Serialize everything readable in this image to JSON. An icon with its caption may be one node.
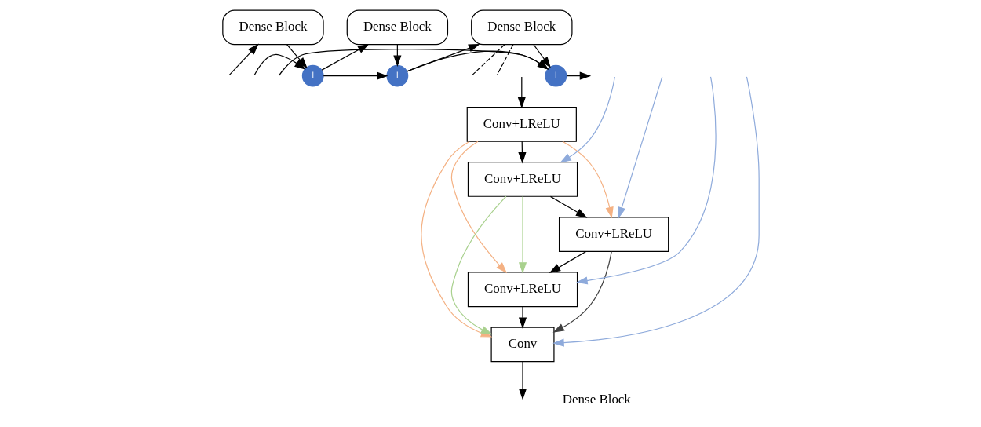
{
  "diagram": {
    "nodes": [
      {
        "text": [
          "Dense Block"
        ]
      },
      {
        "text": [
          "+"
        ]
      },
      {
        "text": [
          "Dense Block"
        ]
      },
      {
        "text": [
          "+"
        ]
      },
      {
        "text": [
          "Dense Block"
        ]
      },
      {
        "text": [
          "+"
        ]
      },
      {
        "text": [
          "Conv+LReLU"
        ]
      },
      {
        "text": [
          "Conv+LReLU"
        ]
      },
      {
        "text": [
          "Conv+LReLU"
        ]
      },
      {
        "text": [
          "Conv+LReLU"
        ]
      },
      {
        "text": [
          "Conv"
        ]
      }
    ],
    "edges": [
      {
        "from": null,
        "to": 0,
        "arrow": "to"
      },
      {
        "from": null,
        "to": 1,
        "arrow": "to"
      },
      {
        "from": 0,
        "to": 1,
        "arrow": "to"
      },
      {
        "from": 1,
        "to": 2,
        "arrow": "to"
      },
      {
        "from": 1,
        "to": 3,
        "arrow": "to"
      },
      {
        "from": 2,
        "to": 3,
        "arrow": "to"
      },
      {
        "from": 3,
        "to": 4,
        "arrow": "to"
      },
      {
        "from": 3,
        "to": 5,
        "arrow": "to"
      },
      {
        "from": 4,
        "to": 5,
        "arrow": "to"
      },
      {
        "from": null,
        "to": 5,
        "arrow": "to"
      },
      {
        "from": 5,
        "to": null,
        "arrow": "to"
      },
      {
        "from": 4,
        "to": null,
        "arrow": "none",
        "style": "dashed"
      },
      {
        "from": 4,
        "to": null,
        "arrow": "none",
        "style": "dashed"
      },
      {
        "from": null,
        "to": 6,
        "arrow": "to"
      },
      {
        "from": 6,
        "to": 7,
        "arrow": "to"
      },
      {
        "from": 7,
        "to": 8,
        "arrow": "to"
      },
      {
        "from": 8,
        "to": 9,
        "arrow": "to"
      },
      {
        "from": 9,
        "to": 10,
        "arrow": "to"
      },
      {
        "from": null,
        "to": 7,
        "arrow": "to",
        "color": "#8eaadb"
      },
      {
        "from": null,
        "to": 8,
        "arrow": "to",
        "color": "#8eaadb"
      },
      {
        "from": null,
        "to": 9,
        "arrow": "to",
        "color": "#8eaadb"
      },
      {
        "from": null,
        "to": 10,
        "arrow": "to",
        "color": "#8eaadb"
      },
      {
        "from": 6,
        "to": 8,
        "arrow": "to",
        "color": "#f4b183"
      },
      {
        "from": 6,
        "to": 9,
        "arrow": "to",
        "color": "#f4b183"
      },
      {
        "from": 6,
        "to": 10,
        "arrow": "to",
        "color": "#f4b183"
      },
      {
        "from": 7,
        "to": 9,
        "arrow": "to",
        "color": "#a9d18e"
      },
      {
        "from": 7,
        "to": 10,
        "arrow": "to",
        "color": "#a9d18e"
      },
      {
        "from": 8,
        "to": 10,
        "arrow": "to",
        "color": "#404040"
      },
      {
        "from": 10,
        "to": null,
        "arrow": "to"
      }
    ],
    "labels": [
      "Dense Block"
    ]
  }
}
